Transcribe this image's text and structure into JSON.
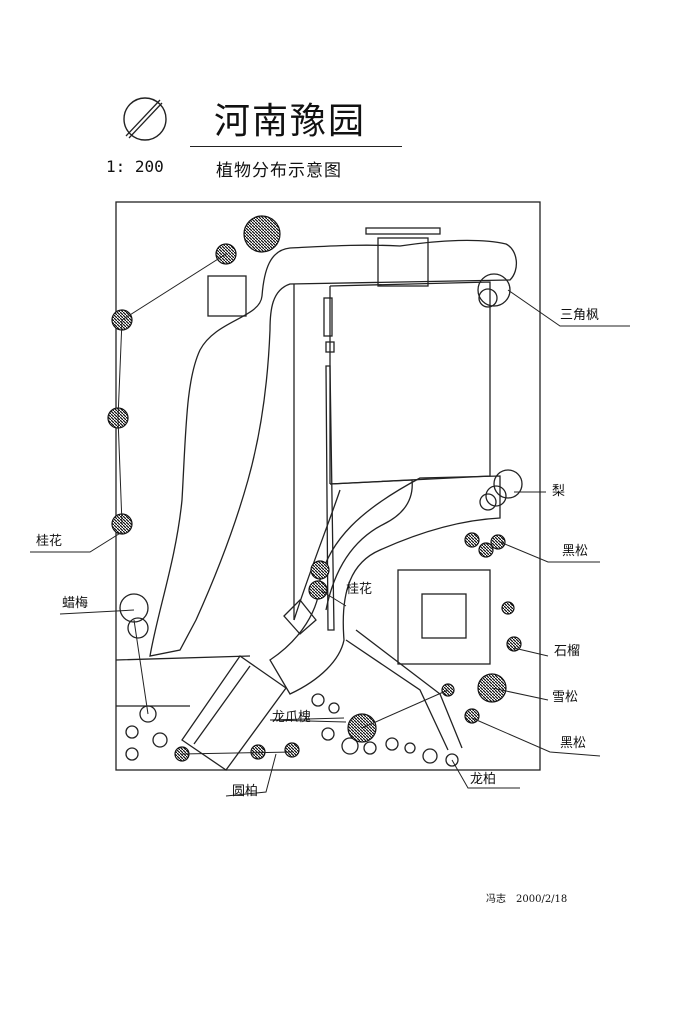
{
  "header": {
    "title": "河南豫园",
    "scale": "1: 200",
    "subtitle": "植物分布示意图"
  },
  "plants": {
    "sanjiaofeng": "三角枫",
    "li": "梨",
    "heisong_1": "黑松",
    "guihua_left": "桂花",
    "guihua_center": "桂花",
    "lamei": "蜡梅",
    "shiliu": "石榴",
    "xuesong": "雪松",
    "heisong_2": "黑松",
    "longzhuahuai": "龙爪槐",
    "longbai": "龙柏",
    "yuanbai": "圆柏"
  },
  "signature": {
    "author": "冯志",
    "date": "2000/2/18"
  }
}
